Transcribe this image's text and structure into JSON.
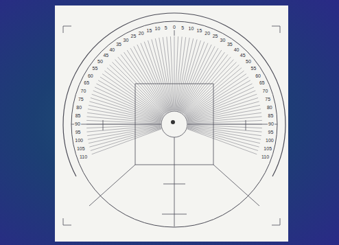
{
  "diagram": {
    "labels": [
      "110",
      "105",
      "100",
      "95",
      "90",
      "85",
      "80",
      "75",
      "70",
      "65",
      "60",
      "55",
      "50",
      "45",
      "40",
      "35",
      "30",
      "25",
      "20",
      "15",
      "10",
      "5",
      "0",
      "5",
      "10",
      "15",
      "20",
      "25",
      "30",
      "35",
      "40",
      "45",
      "50",
      "55",
      "60",
      "65",
      "70",
      "75",
      "80",
      "85",
      "90",
      "95",
      "100",
      "105",
      "110"
    ]
  }
}
